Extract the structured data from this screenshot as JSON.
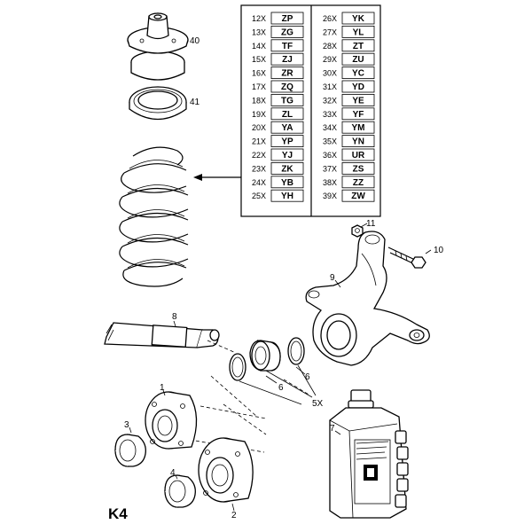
{
  "sheet_id": "K4",
  "part_labels": {
    "p40": "40",
    "p41": "41",
    "p8": "8",
    "p9": "9",
    "p10": "10",
    "p11": "11",
    "p6a": "6",
    "p6b": "6",
    "p5x": "5X",
    "p1": "1",
    "p2": "2",
    "p3": "3",
    "p4": "4",
    "p7": "7"
  },
  "code_table": {
    "left_column": [
      {
        "prefix": "12X",
        "code": "ZP"
      },
      {
        "prefix": "13X",
        "code": "ZG"
      },
      {
        "prefix": "14X",
        "code": "TF"
      },
      {
        "prefix": "15X",
        "code": "ZJ"
      },
      {
        "prefix": "16X",
        "code": "ZR"
      },
      {
        "prefix": "17X",
        "code": "ZQ"
      },
      {
        "prefix": "18X",
        "code": "TG"
      },
      {
        "prefix": "19X",
        "code": "ZL"
      },
      {
        "prefix": "20X",
        "code": "YA"
      },
      {
        "prefix": "21X",
        "code": "YP"
      },
      {
        "prefix": "22X",
        "code": "YJ"
      },
      {
        "prefix": "23X",
        "code": "ZK"
      },
      {
        "prefix": "24X",
        "code": "YB"
      },
      {
        "prefix": "25X",
        "code": "YH"
      }
    ],
    "right_column": [
      {
        "prefix": "26X",
        "code": "YK"
      },
      {
        "prefix": "27X",
        "code": "YL"
      },
      {
        "prefix": "28X",
        "code": "ZT"
      },
      {
        "prefix": "29X",
        "code": "ZU"
      },
      {
        "prefix": "30X",
        "code": "YC"
      },
      {
        "prefix": "31X",
        "code": "YD"
      },
      {
        "prefix": "32X",
        "code": "YE"
      },
      {
        "prefix": "33X",
        "code": "YF"
      },
      {
        "prefix": "34X",
        "code": "YM"
      },
      {
        "prefix": "35X",
        "code": "YN"
      },
      {
        "prefix": "36X",
        "code": "UR"
      },
      {
        "prefix": "37X",
        "code": "ZS"
      },
      {
        "prefix": "38X",
        "code": "ZZ"
      },
      {
        "prefix": "39X",
        "code": "ZW"
      }
    ]
  }
}
